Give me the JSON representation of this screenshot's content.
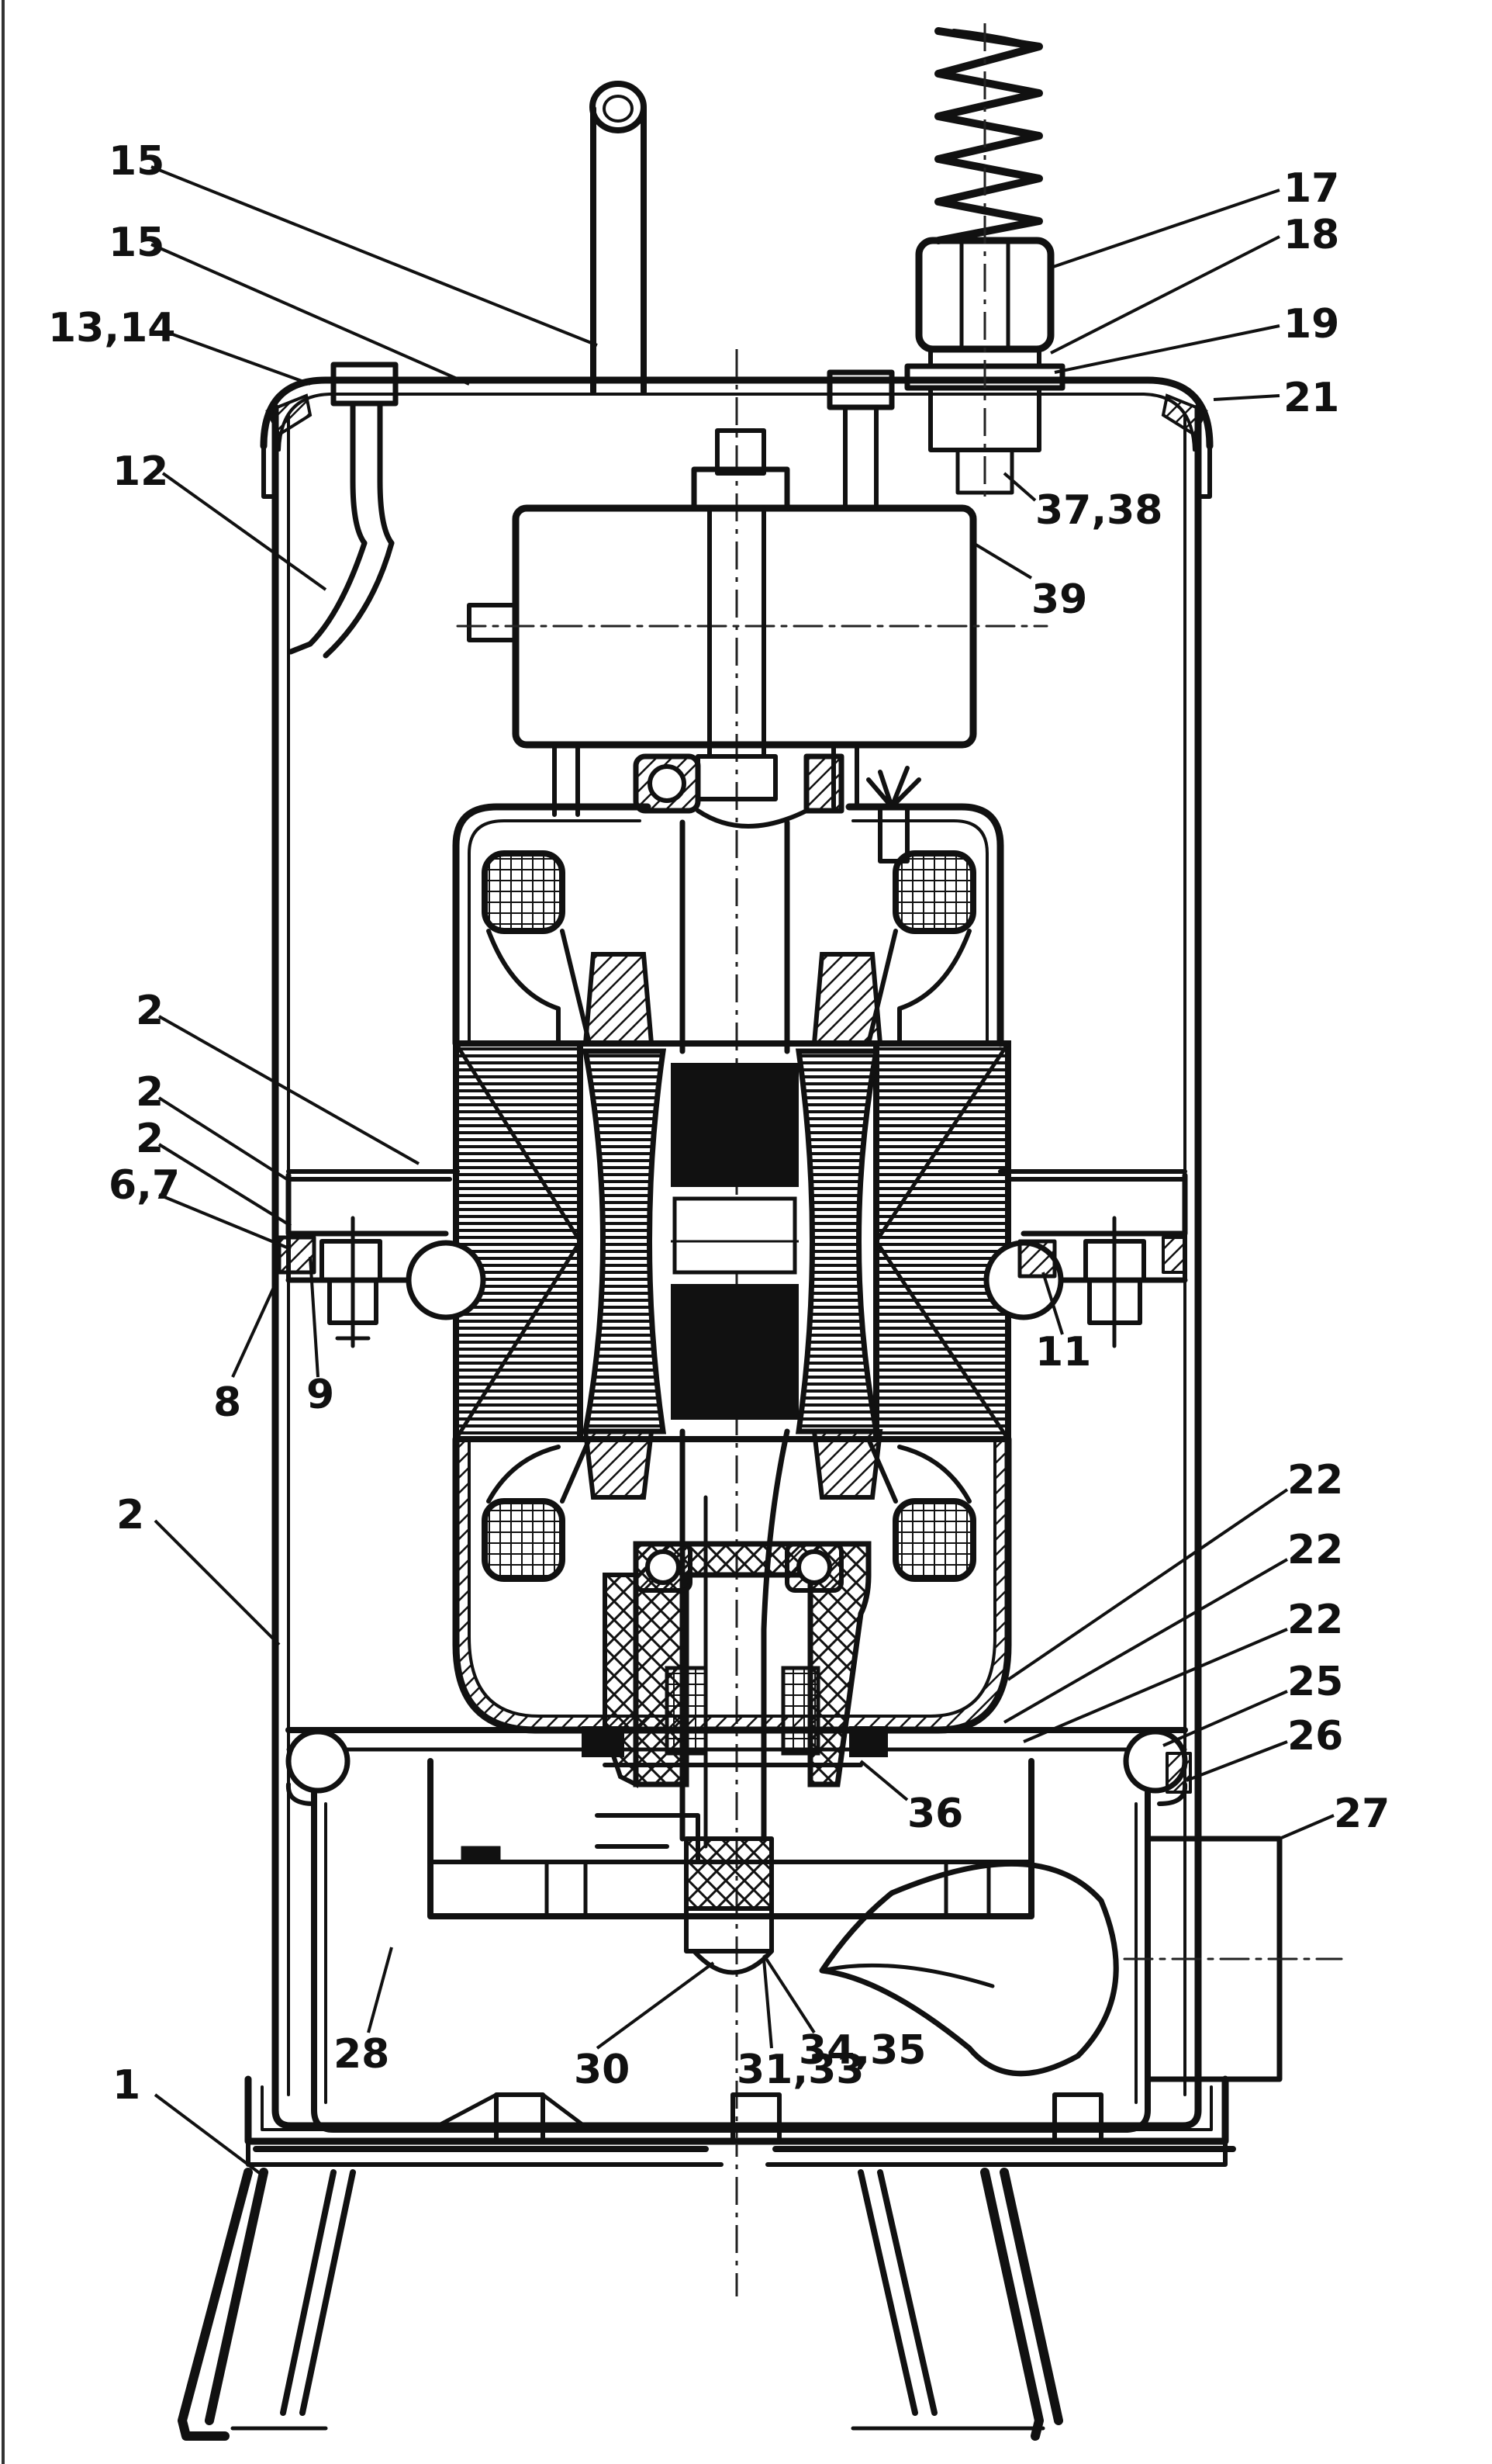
{
  "diagram": {
    "callouts": [
      {
        "id": "c15a",
        "text": "15"
      },
      {
        "id": "c15b",
        "text": "15"
      },
      {
        "id": "c1314",
        "text": "13,14"
      },
      {
        "id": "c12",
        "text": "12"
      },
      {
        "id": "c17",
        "text": "17"
      },
      {
        "id": "c18",
        "text": "18"
      },
      {
        "id": "c19",
        "text": "19"
      },
      {
        "id": "c21",
        "text": "21"
      },
      {
        "id": "c3738",
        "text": "37,38"
      },
      {
        "id": "c39",
        "text": "39"
      },
      {
        "id": "c2a",
        "text": "2"
      },
      {
        "id": "c2b",
        "text": "2"
      },
      {
        "id": "c2c",
        "text": "2"
      },
      {
        "id": "c67",
        "text": "6,7"
      },
      {
        "id": "c8",
        "text": "8"
      },
      {
        "id": "c9",
        "text": "9"
      },
      {
        "id": "c11",
        "text": "11"
      },
      {
        "id": "c2d",
        "text": "2"
      },
      {
        "id": "c22a",
        "text": "22"
      },
      {
        "id": "c22b",
        "text": "22"
      },
      {
        "id": "c22c",
        "text": "22"
      },
      {
        "id": "c25",
        "text": "25"
      },
      {
        "id": "c26",
        "text": "26"
      },
      {
        "id": "c36",
        "text": "36"
      },
      {
        "id": "c27",
        "text": "27"
      },
      {
        "id": "c28",
        "text": "28"
      },
      {
        "id": "c30",
        "text": "30"
      },
      {
        "id": "c3435",
        "text": "34,35"
      },
      {
        "id": "c3133",
        "text": "31,33"
      },
      {
        "id": "c1",
        "text": "1"
      }
    ]
  }
}
